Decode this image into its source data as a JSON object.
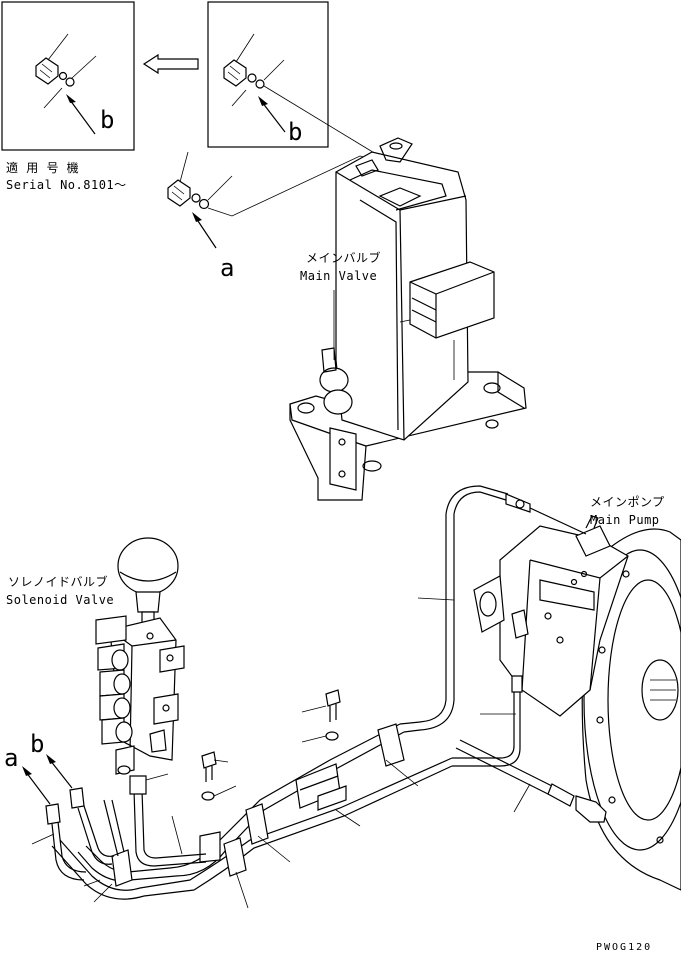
{
  "labels": {
    "serial_jp": "適 用 号 機",
    "serial_en": "Serial No.8101～",
    "main_valve_jp": "メインバルブ",
    "main_valve_en": "Main Valve",
    "main_pump_jp": "メインポンプ",
    "main_pump_en": "Main Pump",
    "solenoid_jp": "ソレノイドバルブ",
    "solenoid_en": "Solenoid Valve",
    "callout_a_top": "a",
    "callout_b_inset1": "b",
    "callout_b_inset2": "b",
    "callout_a_bottom": "a",
    "callout_b_bottom": "b",
    "drawing_code": "PWOG120"
  }
}
